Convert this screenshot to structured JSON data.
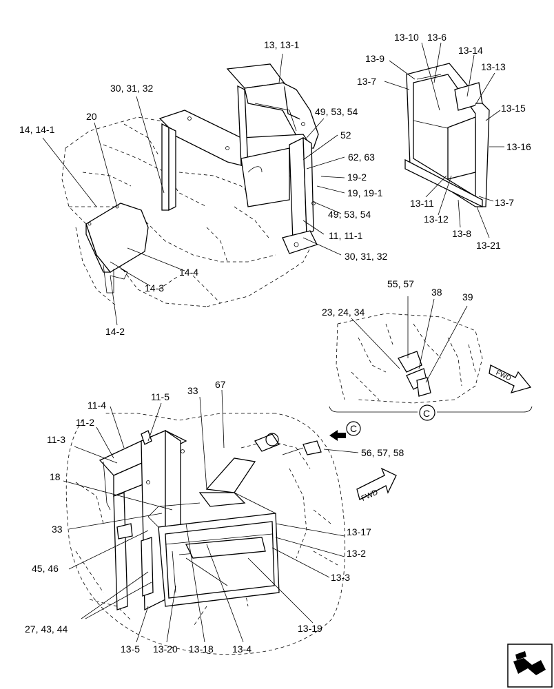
{
  "labels": {
    "l_13_13_1": "13, 13-1",
    "l_30_31_32_top": "30, 31, 32",
    "l_20": "20",
    "l_14_14_1": "14, 14-1",
    "l_49_53_54_a": "49, 53, 54",
    "l_52": "52",
    "l_62_63": "62, 63",
    "l_19_2": "19-2",
    "l_19_19_1": "19, 19-1",
    "l_49_53_54_b": "49, 53, 54",
    "l_11_11_1": "11, 11-1",
    "l_30_31_32_bot": "30, 31, 32",
    "l_14_4": "14-4",
    "l_14_3": "14-3",
    "l_14_2": "14-2",
    "l_13_10": "13-10",
    "l_13_6": "13-6",
    "l_13_9": "13-9",
    "l_13_14": "13-14",
    "l_13_13": "13-13",
    "l_13_7a": "13-7",
    "l_13_15": "13-15",
    "l_13_16": "13-16",
    "l_13_11": "13-11",
    "l_13_7b": "13-7",
    "l_13_12": "13-12",
    "l_13_8": "13-8",
    "l_13_21": "13-21",
    "l_55_57": "55, 57",
    "l_38": "38",
    "l_39": "39",
    "l_23_24_34": "23, 24, 34",
    "l_fwd_small": "FWD",
    "l_c_detail": "C",
    "l_33_top": "33",
    "l_67": "67",
    "l_11_4": "11-4",
    "l_11_5": "11-5",
    "l_11_2": "11-2",
    "l_11_3": "11-3",
    "l_c_arrow": "C",
    "l_56_57_58": "56, 57, 58",
    "l_fwd_big": "FWD",
    "l_18": "18",
    "l_33_left": "33",
    "l_13_17": "13-17",
    "l_13_2": "13-2",
    "l_45_46": "45, 46",
    "l_13_3": "13-3",
    "l_13_19": "13-19",
    "l_27_43_44": "27, 43, 44",
    "l_13_5": "13-5",
    "l_13_20": "13-20",
    "l_13_18": "13-18",
    "l_13_4": "13-4"
  }
}
